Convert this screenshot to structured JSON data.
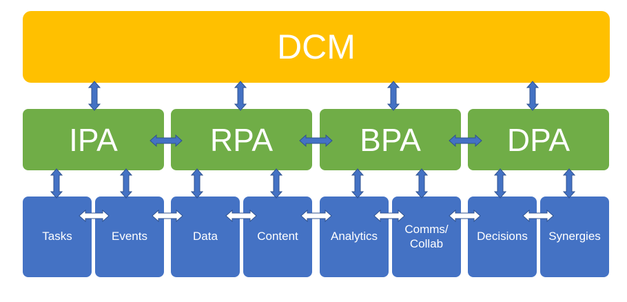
{
  "top": {
    "label": "DCM",
    "color": "#ffc000"
  },
  "middle": {
    "color": "#70ad47",
    "items": [
      {
        "label": "IPA"
      },
      {
        "label": "RPA"
      },
      {
        "label": "BPA"
      },
      {
        "label": "DPA"
      }
    ]
  },
  "bottom": {
    "color": "#4472c4",
    "items": [
      {
        "label": "Tasks"
      },
      {
        "label": "Events"
      },
      {
        "label": "Data"
      },
      {
        "label": "Content"
      },
      {
        "label": "Analytics"
      },
      {
        "label": "Comms/\nCollab"
      },
      {
        "label": "Decisions"
      },
      {
        "label": "Synergies"
      }
    ]
  },
  "connectors": {
    "vertical_color": "#4472c4",
    "green_link_color": "#4472c4",
    "blue_link_color": "#ffffff"
  }
}
